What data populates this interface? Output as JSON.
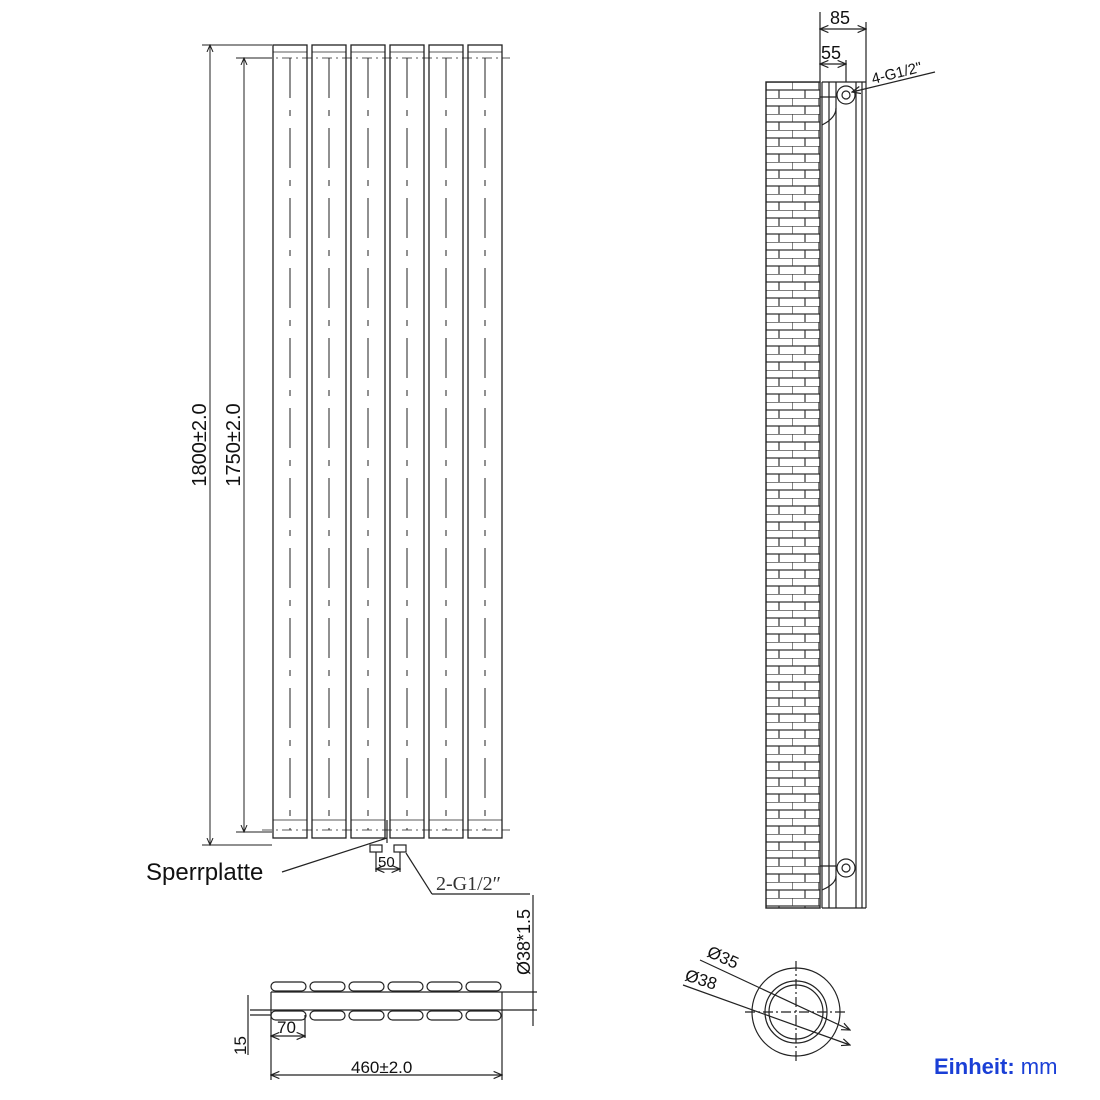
{
  "front_view": {
    "height_total": "1800±2.0",
    "height_centers": "1750±2.0",
    "connection_spacing": "50",
    "blanking_plate_label": "Sperrplatte",
    "bottom_connections": "2-G1/2″",
    "column_count": 6
  },
  "side_view": {
    "depth_total": "85",
    "wall_to_center": "55",
    "side_connections": "4-G1/2\""
  },
  "top_view": {
    "tube_size": "Ø38*1.5",
    "column_pitch": "70",
    "wall_offset": "15",
    "width_total": "460±2.0"
  },
  "tube_section": {
    "inner_diameter": "Ø35",
    "outer_diameter": "Ø38"
  },
  "units": {
    "label": "Einheit:",
    "value": "mm"
  },
  "colors": {
    "line": "#222222",
    "unit_text": "#1a3fd6"
  }
}
